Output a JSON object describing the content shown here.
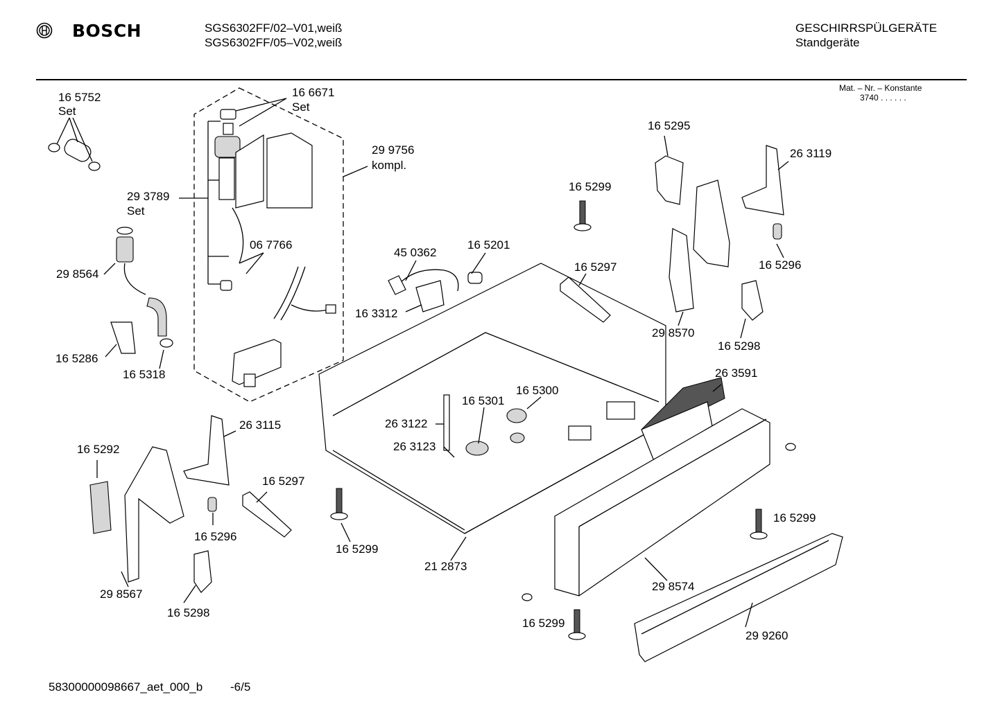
{
  "header": {
    "brand": "BOSCH",
    "models": [
      "SGS6302FF/02–V01,weiß",
      "SGS6302FF/05–V02,weiß"
    ],
    "category": "GESCHIRRSPÜLGERÄTE",
    "subcategory": "Standgeräte",
    "mat_nr_label": "Mat. – Nr. – Konstante",
    "mat_nr_value": "3740  .  .  .  .  .  ."
  },
  "parts": {
    "p165752": "16 5752",
    "p165752_set": "Set",
    "p166671": "16 6671",
    "p166671_set": "Set",
    "p299756": "29 9756",
    "p299756_kompl": "kompl.",
    "p293789": "29 3789",
    "p293789_set": "Set",
    "p298564": "29 8564",
    "p067766": "06 7766",
    "p165286": "16 5286",
    "p165318": "16 5318",
    "p165292": "16 5292",
    "p263115": "26 3115",
    "p165297_left": "16 5297",
    "p165296_left": "16 5296",
    "p298567": "29 8567",
    "p165298_left": "16 5298",
    "p165299_mid": "16 5299",
    "p450362": "45 0362",
    "p165201": "16 5201",
    "p163312": "16 3312",
    "p165299_top": "16 5299",
    "p165297_right": "16 5297",
    "p165295": "16 5295",
    "p263119": "26 3119",
    "p165296_right": "16 5296",
    "p298570": "29 8570",
    "p165298_right": "16 5298",
    "p263591": "26 3591",
    "p165301": "16 5301",
    "p165300": "16 5300",
    "p263122": "26 3122",
    "p263123": "26 3123",
    "p212873": "21 2873",
    "p165299_right": "16 5299",
    "p298574": "29 8574",
    "p165299_bottom": "16 5299",
    "p299260": "29 9260"
  },
  "footer": {
    "doc_id": "58300000098667_aet_000_b",
    "page": "-6/5"
  }
}
